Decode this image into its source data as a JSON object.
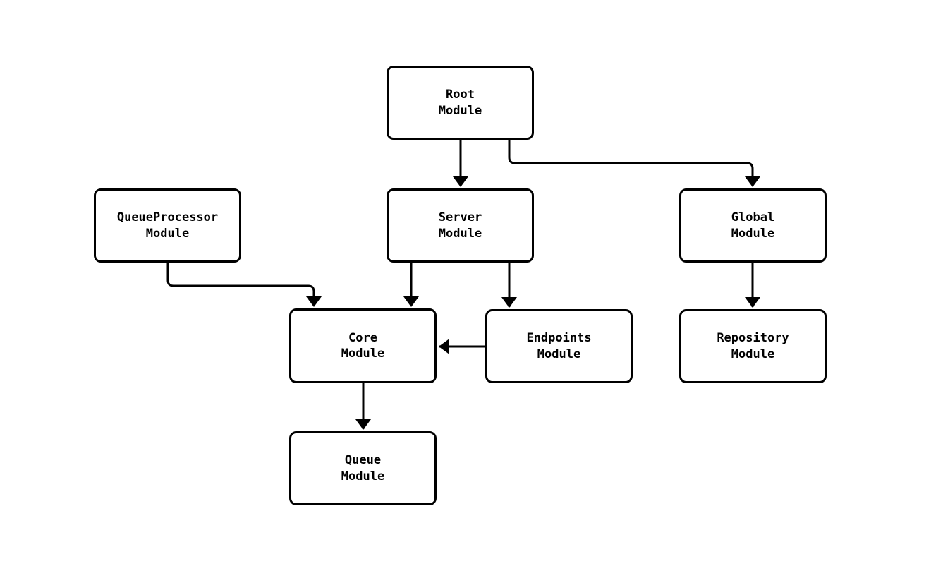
{
  "diagram": {
    "background_color": "#ffffff",
    "stroke_color": "#000000",
    "node_fill_color": "#ffffff",
    "node_text_color": "#000000",
    "nodes": [
      {
        "id": "root-module",
        "label": "Root\nModule"
      },
      {
        "id": "queueprocessor-module",
        "label": "QueueProcessor\nModule"
      },
      {
        "id": "server-module",
        "label": "Server\nModule"
      },
      {
        "id": "global-module",
        "label": "Global\nModule"
      },
      {
        "id": "core-module",
        "label": "Core\nModule"
      },
      {
        "id": "endpoints-module",
        "label": "Endpoints\nModule"
      },
      {
        "id": "repository-module",
        "label": "Repository\nModule"
      },
      {
        "id": "queue-module",
        "label": "Queue\nModule"
      }
    ],
    "edges": [
      {
        "from": "Root Module",
        "to": "Server Module"
      },
      {
        "from": "Root Module",
        "to": "Global Module"
      },
      {
        "from": "QueueProcessor Module",
        "to": "Core Module"
      },
      {
        "from": "Server Module",
        "to": "Core Module"
      },
      {
        "from": "Server Module",
        "to": "Endpoints Module"
      },
      {
        "from": "Global Module",
        "to": "Repository Module"
      },
      {
        "from": "Endpoints Module",
        "to": "Core Module"
      },
      {
        "from": "Core Module",
        "to": "Queue Module"
      }
    ]
  }
}
